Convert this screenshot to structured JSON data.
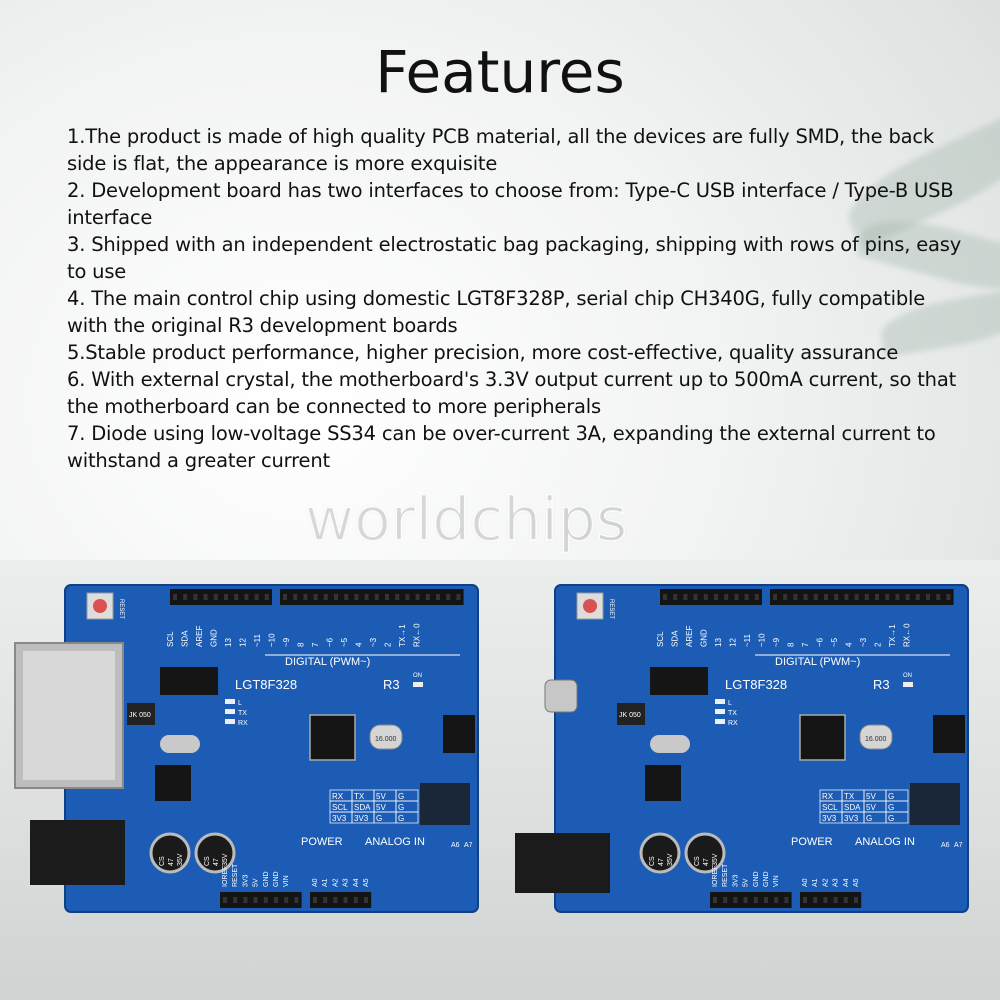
{
  "title": "Features",
  "features": [
    "1.The product is made of high quality PCB material, all the devices are fully SMD, the back side is flat, the appearance is more exquisite",
    "2. Development board has two interfaces to choose from: Type-C USB interface / Type-B USB interface",
    "3. Shipped with an independent electrostatic bag packaging, shipping with rows of pins, easy to use",
    "4. The main control chip using domestic LGT8F328P, serial chip CH340G, fully compatible with the original R3 development boards",
    "5.Stable product performance, higher precision, more cost-effective, quality assurance",
    "6. With external crystal, the motherboard's 3.3V output current up to 500mA current, so that the motherboard can be connected to more peripherals",
    "7. Diode using low-voltage SS34 can be over-current 3A, expanding the external current to withstand a greater current"
  ],
  "watermark": "worldchips",
  "boards": [
    {
      "usb_type": "Type-B"
    },
    {
      "usb_type": "Type-C"
    }
  ],
  "board_silkscreen": {
    "chip": "LGT8F328",
    "rev": "R3",
    "digital": "DIGITAL (PWM~)",
    "power": "POWER",
    "analog": "ANALOG IN",
    "reset": "RESET",
    "on": "ON",
    "l": "L",
    "tx": "TX",
    "rx": "RX",
    "crystal": "16.000",
    "jk": "JK 050",
    "cap": [
      "CS",
      "47",
      "35V"
    ],
    "digital_pins": [
      "SCL",
      "SDA",
      "AREF",
      "GND",
      "13",
      "12",
      "~11",
      "~10",
      "~9",
      "8",
      "7",
      "~6",
      "~5",
      "4",
      "~3",
      "2",
      "TX→1",
      "RX←0"
    ],
    "power_pins": [
      "IOREF",
      "RESET",
      "3V3",
      "5V",
      "GND",
      "GND",
      "VIN"
    ],
    "analog_pins": [
      "A0",
      "A1",
      "A2",
      "A3",
      "A4",
      "A5"
    ],
    "side_pins": [
      "A6",
      "A7"
    ],
    "table": [
      [
        "RX",
        "TX",
        "5V",
        "G"
      ],
      [
        "SCL",
        "SDA",
        "5V",
        "G"
      ],
      [
        "3V3",
        "3V3",
        "G",
        "G"
      ]
    ]
  },
  "colors": {
    "pcb": "#1d5cb4",
    "silkscreen": "#ffffff",
    "header": "#141414",
    "text": "#111111"
  }
}
